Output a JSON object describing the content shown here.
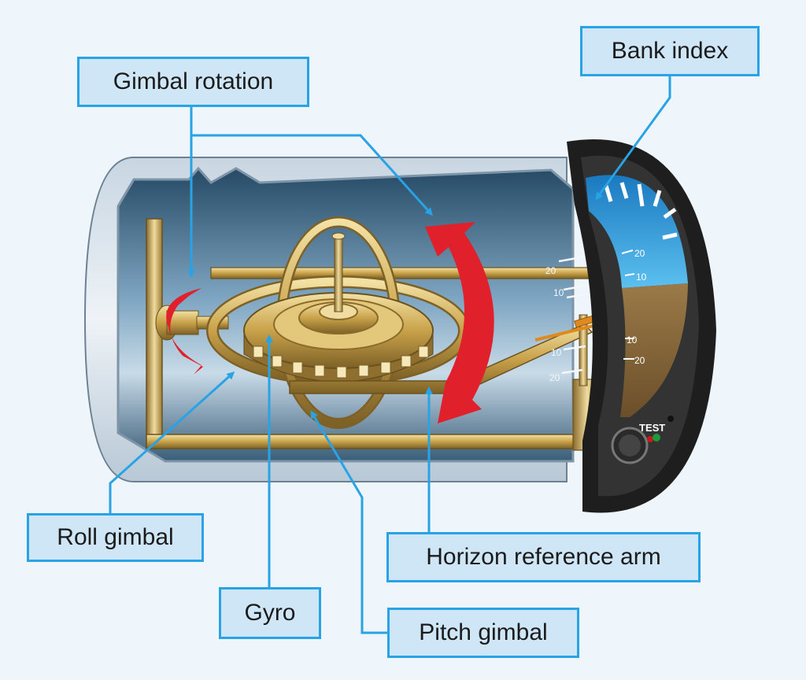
{
  "labels": {
    "gimbal_rotation": "Gimbal rotation",
    "bank_index": "Bank index",
    "roll_gimbal": "Roll gimbal",
    "gyro": "Gyro",
    "pitch_gimbal": "Pitch gimbal",
    "horizon_reference_arm": "Horizon reference arm"
  },
  "instrument": {
    "test_label": "TEST",
    "pitch_marks_left": [
      "20",
      "10",
      "10",
      "20"
    ],
    "pitch_marks_face": [
      "20",
      "10",
      "10",
      "20"
    ]
  },
  "colors": {
    "callout_fill": "#cfe6f7",
    "callout_border": "#27a3e6",
    "leader_line": "#27a3e6",
    "rotation_arrow": "#e0202a",
    "gimbal_gold": "#c9a24a",
    "sky": "#2f9ad8",
    "ground": "#8b6a3d",
    "bezel": "#1e1e1e"
  }
}
